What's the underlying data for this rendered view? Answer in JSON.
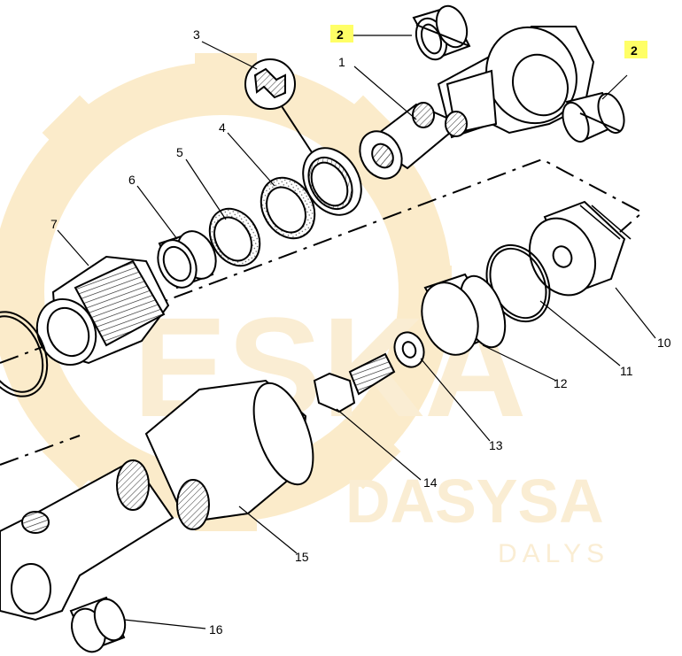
{
  "diagram": {
    "callouts": [
      {
        "id": "c1",
        "text": "1"
      },
      {
        "id": "c2a",
        "text": "2",
        "highlight": true
      },
      {
        "id": "c2b",
        "text": "2",
        "highlight": true
      },
      {
        "id": "c3",
        "text": "3"
      },
      {
        "id": "c4",
        "text": "4"
      },
      {
        "id": "c5",
        "text": "5"
      },
      {
        "id": "c6",
        "text": "6"
      },
      {
        "id": "c7",
        "text": "7"
      },
      {
        "id": "c10",
        "text": "10"
      },
      {
        "id": "c11",
        "text": "11"
      },
      {
        "id": "c12",
        "text": "12"
      },
      {
        "id": "c13",
        "text": "13"
      },
      {
        "id": "c14",
        "text": "14"
      },
      {
        "id": "c15",
        "text": "15"
      },
      {
        "id": "c16",
        "text": "16"
      }
    ],
    "highlight_color": "#ffff66",
    "watermark": {
      "main": "ESKA",
      "secondary": "DASYSA",
      "sub": "DALYS",
      "color": "#f5c97a"
    }
  }
}
